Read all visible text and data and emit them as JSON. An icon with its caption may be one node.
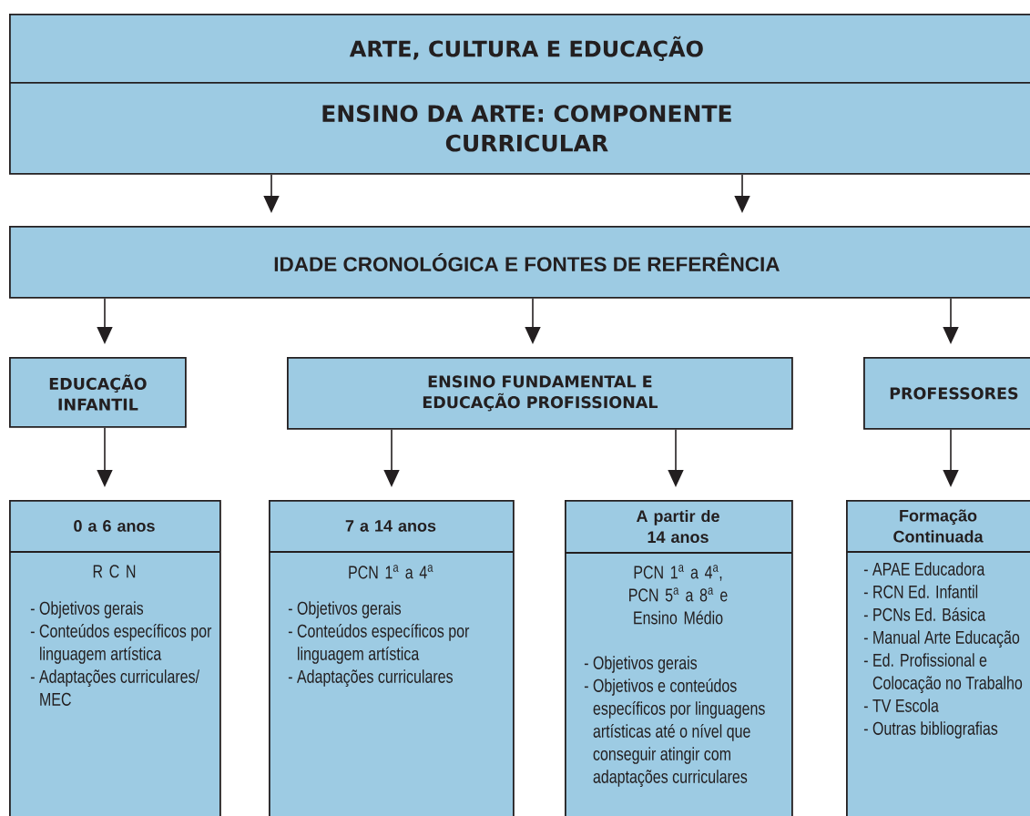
{
  "diagram": {
    "nodes": [
      {
        "text": [
          "ARTE, CULTURA E EDUCAÇÃO"
        ]
      },
      {
        "text": [
          "ENSINO DA ARTE: COMPONENTE CURRICULAR"
        ]
      },
      {
        "text": [
          "IDADE CRONOLÓGICA E FONTES DE REFERÊNCIA"
        ]
      },
      {
        "text": [
          "EDUCAÇÃO INFANTIL"
        ]
      },
      {
        "text": [
          "ENSINO FUNDAMENTAL E EDUCAÇÃO PROFISSIONAL"
        ]
      },
      {
        "text": [
          "PROFESSORES"
        ]
      },
      {
        "text": [
          "0 a 6 anos",
          "R C N",
          "- Objetivos gerais",
          "- Conteúdos específicos por linguagem artística",
          "- Adaptações curriculares/ MEC"
        ]
      },
      {
        "text": [
          "7 a 14 anos",
          "PCN 1$^{a}$ a 4$^{a}$",
          "- Objetivos gerais",
          "- Conteúdos específicos por linguagem artística",
          "- Adaptações curriculares"
        ]
      },
      {
        "text": [
          "A partir de 14 anos",
          "PCN 1$^{a}$ a 4$^{a}$, PCN 5$^{a}$ a 8$^{a}$ e Ensino Médio",
          "- Objetivos gerais",
          "- Objetivos e conteúdos específicos por linguagens artísticas até o nível que conseguir atingir com adaptações curriculares"
        ]
      },
      {
        "text": [
          "Formação Continuada",
          "- APAE Educadora",
          "- RCN Ed. Infantil",
          "- PCNs Ed. Básica",
          "- Manual Arte Educação",
          "- Ed. Profissional e Colocação no Trabalho",
          "- TV Escola",
          "- Outras bibliografias"
        ]
      }
    ],
    "edges": [
      {
        "from": 1,
        "to": 2,
        "arrow": "to"
      },
      {
        "from": 1,
        "to": 2,
        "arrow": "to"
      },
      {
        "from": 2,
        "to": 3,
        "arrow": "to"
      },
      {
        "from": 2,
        "to": 4,
        "arrow": "to"
      },
      {
        "from": 2,
        "to": 5,
        "arrow": "to"
      },
      {
        "from": 3,
        "to": 6,
        "arrow": "to"
      },
      {
        "from": 4,
        "to": 7,
        "arrow": "to"
      },
      {
        "from": 4,
        "to": 8,
        "arrow": "to"
      },
      {
        "from": 5,
        "to": 9,
        "arrow": "to"
      }
    ]
  }
}
